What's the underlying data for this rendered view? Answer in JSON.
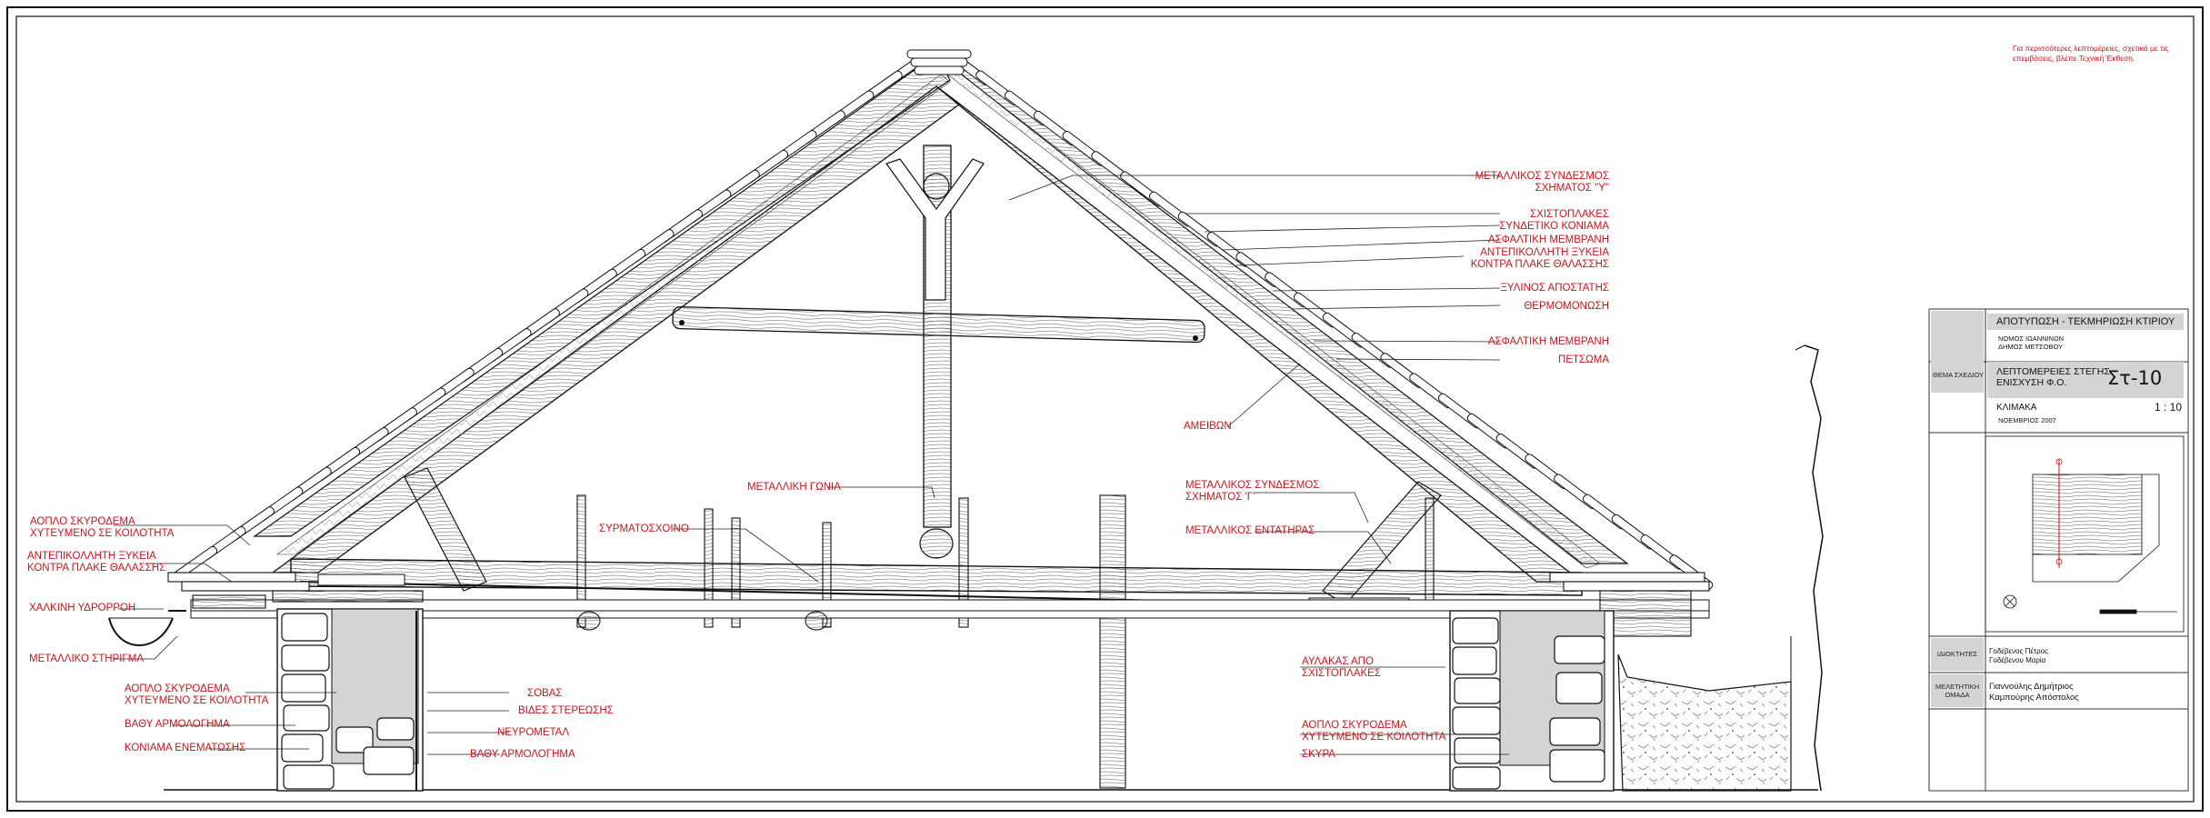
{
  "note": "Για περισσότερες λεπτομέρειες, σχετικά με τις\nεπεμβάσεις, βλέπε Τεχνική Έκθεση.",
  "labels": {
    "metal_y": "ΜΕΤΑΛΛΙΚΟΣ ΣΥΝΔΕΣΜΟΣ\nΣΧΗΜΑΤΟΣ \"Υ\"",
    "slates": "ΣΧΙΣΤΟΠΛΑΚΕΣ",
    "mortar": "ΣΥΝΔΕΤΙΚΟ ΚΟΝΙΑΜΑ",
    "membrane1": "ΑΣΦΑΛΤΙΚΗ ΜΕΜΒΡΑΝΗ",
    "plywood_top": "ΑΝΤΕΠΙΚΟΛΛΗΤΗ ΞΥΚΕΙΑ\nΚΟΝΤΡΑ ΠΛΑΚΕ ΘΑΛΑΣΣΗΣ",
    "spacer": "ΞΥΛΙΝΟΣ ΑΠΟΣΤΑΤΗΣ",
    "insulation": "ΘΕΡΜΟΜΟΝΩΣΗ",
    "membrane2": "ΑΣΦΑΛΤΙΚΗ ΜΕΜΒΡΑΝΗ",
    "petsoma": "ΠΕΤΣΩΜΑ",
    "ameivon": "ΑΜΕΙΒΩΝ",
    "metal_angle": "ΜΕΤΑΛΛΙΚΗ ΓΩΝΙΑ",
    "wire_rope": "ΣΥΡΜΑΤΟΣΧΟΙΝΟ",
    "metal_gamma": "ΜΕΤΑΛΛΙΚΟΣ ΣΥΝΔΕΣΜΟΣ\nΣΧΗΜΑΤΟΣ 'Γ'",
    "tensioner": "ΜΕΤΑΛΛΙΚΟΣ ΕΝΤΑΤΗΡΑΣ",
    "concrete_left_top": "ΑΟΠΛΟ ΣΚΥΡΟΔΕΜΑ\nΧΥΤΕΥΜΕΝΟ ΣΕ ΚΟΙΛΟΤΗΤΑ",
    "plywood_left": "ΑΝΤΕΠΙΚΟΛΛΗΤΗ ΞΥΚΕΙΑ\nΚΟΝΤΡΑ ΠΛΑΚΕ ΘΑΛΑΣΣΗΣ",
    "gutter": "ΧΑΛΚΙΝΗ ΥΔΡΟΡΡΟΗ",
    "bracket": "ΜΕΤΑΛΛΙΚΟ ΣΤΗΡΙΓΜΑ",
    "concrete_left_mid": "ΑΟΠΛΟ ΣΚΥΡΟΔΕΜΑ\nΧΥΤΕΥΜΕΝΟ ΣΕ ΚΟΙΛΟΤΗΤΑ",
    "deep_pointing_left": "ΒΑΘΥ ΑΡΜΟΛΟΓΗΜΑ",
    "injection_mortar": "ΚΟΝΙΑΜΑ ΕΝΕΜΑΤΩΣΗΣ",
    "sovas": "ΣΟΒΑΣ",
    "screws": "ΒΙΔΕΣ ΣΤΕΡΕΩΣΗΣ",
    "neurometal": "ΝΕΥΡΟΜΕΤΑΛ",
    "deep_pointing_right": "ΒΑΘΥ ΑΡΜΟΛΟΓΗΜΑ",
    "slate_channel": "ΑΥΛΑΚΑΣ ΑΠΟ\nΣΧΙΣΤΟΠΛΑΚΕΣ",
    "concrete_right": "ΑΟΠΛΟ ΣΚΥΡΟΔΕΜΑ\nΧΥΤΕΥΜΕΝΟ ΣΕ ΚΟΙΛΟΤΗΤΑ",
    "rubble": "ΣΚΥΡΑ"
  },
  "titleblock": {
    "title": "ΑΠΟΤΥΠΩΣΗ - ΤΕΚΜΗΡΙΩΣΗ ΚΤΙΡΙΟΥ",
    "location": "ΝΟΜΟΣ ΙΩΑΝΝΙΝΩΝ\nΔΗΜΟΣ ΜΕΤΣΟΒΟΥ",
    "sheet_label": "ΘΕΜΑ ΣΧΕΔΙΟΥ",
    "sheet_title": "ΛΕΠΤΟΜΕΡΕΙΕΣ ΣΤΕΓΗΣ\nΕΝΙΣΧΥΣΗ Φ.Ο.",
    "code": "Στ-10",
    "scale_label": "ΚΛΙΜΑΚΑ",
    "scale": "1 : 10",
    "date": "ΝΟΕΜΒΡΙΟΣ 2007",
    "owners_label": "ΙΔΙΟΚΤΗΤΕΣ",
    "owners": "Γοδέβενος Πέτρος\nΓοδέβενου Μαρία",
    "team_label": "ΜΕΛΕΤΗΤΙΚΗ\nΟΜΑΔΑ",
    "team": "Γιαννούλης Δημήτριος\nΚαμπούρης Απόστολος"
  },
  "colors": {
    "accent": "#c4161c",
    "ink": "#111111",
    "grey": "#d4d4d4"
  }
}
